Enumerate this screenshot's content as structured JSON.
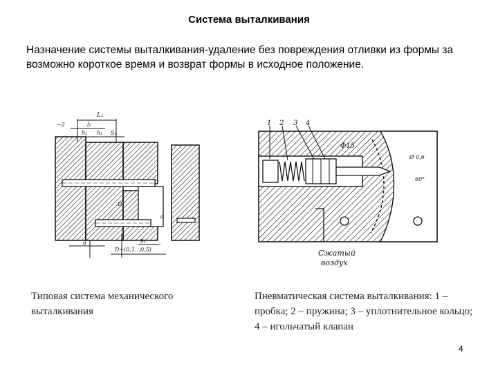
{
  "title": "Система выталкивания",
  "intro": "Назначение системы выталкивания-удаление без повреждения отливки из формы за возможно короткое время и возврат формы в исходное положение.",
  "left_figure": {
    "labels": {
      "l1": "L₁",
      "l": "l₁",
      "minus2": "~2",
      "h2": "h₂",
      "h1": "h₁",
      "s1": "S₁",
      "d": "D",
      "d1": "d",
      "a": "a",
      "s1b": "S₁",
      "formula": "D+(0,1…0,5)"
    },
    "caption": "Типовая система механического выталкивания"
  },
  "right_figure": {
    "labels": {
      "n1": "1",
      "n2": "2",
      "n3": "3",
      "n4": "4",
      "phi": "Ф15",
      "d6": "Ø 0,6",
      "angle": "60°",
      "air1": "Сжатый",
      "air2": "воздух"
    },
    "caption": "Пневматическая система выталкивания: 1 – пробка; 2 – пружина; 3 – уплотнительное кольцо; 4 – игольчатый клапан"
  },
  "page_number": "4"
}
